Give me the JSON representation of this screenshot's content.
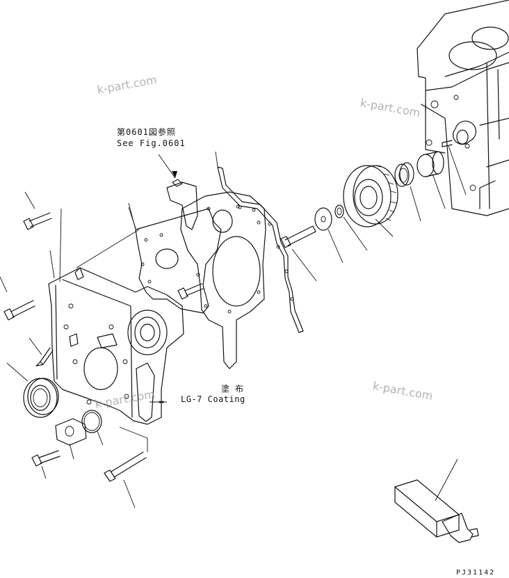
{
  "references": {
    "see_fig_jp": "第0601図参照",
    "see_fig_en": "See Fig.0601"
  },
  "coating": {
    "label_jp": "塗布",
    "label_en": "LG-7 Coating"
  },
  "watermarks": [
    "k-part.com",
    "k-part.com",
    "k-part.com",
    "k-part.com"
  ],
  "drawing_code": "PJ31142",
  "colors": {
    "ink": "#111111",
    "watermark": "#9a9a9a",
    "background": "#ffffff"
  }
}
